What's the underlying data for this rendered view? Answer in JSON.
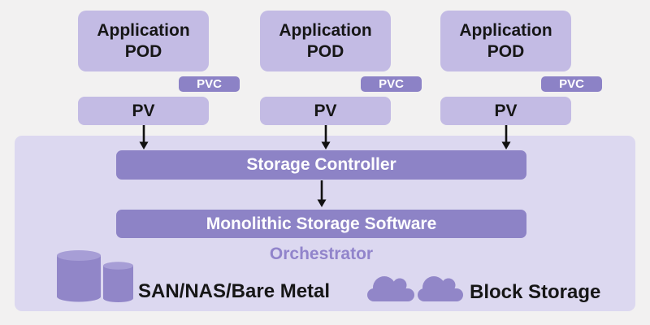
{
  "diagram": {
    "columns": [
      {
        "pod_label": "Application POD",
        "pvc_label": "PVC",
        "pv_label": "PV"
      },
      {
        "pod_label": "Application POD",
        "pvc_label": "PVC",
        "pv_label": "PV"
      },
      {
        "pod_label": "Application POD",
        "pvc_label": "PVC",
        "pv_label": "PV"
      }
    ],
    "orchestrator": {
      "controller_label": "Storage Controller",
      "software_label": "Monolithic Storage Software",
      "label": "Orchestrator",
      "backends": {
        "san_label": "SAN/NAS/Bare Metal",
        "block_label": "Block Storage"
      }
    },
    "colors": {
      "background": "#f2f1f1",
      "light_node": "#c3bbe4",
      "accent": "#8d83c6",
      "container": "#dcd8f0",
      "orchestrator_text": "#9184cb",
      "icon_purple": "#9186c8",
      "icon_top_highlight": "#a79ed6",
      "arrow": "#111111",
      "dark_text": "#161616",
      "white_text": "#ffffff"
    }
  }
}
